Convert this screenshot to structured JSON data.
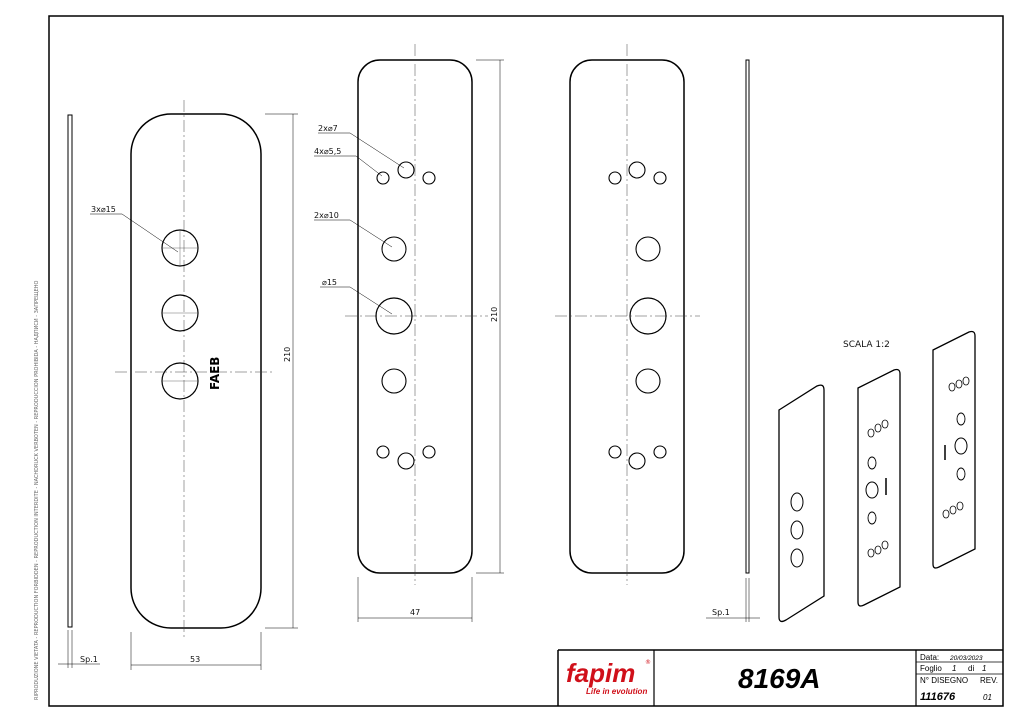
{
  "logo": {
    "name": "fapim",
    "tagline": "Life in evolution"
  },
  "title_block": {
    "drawing_code": "8169A",
    "date_label": "Data:",
    "date_value": "20/03/2023",
    "sheet_label": "Foglio",
    "sheet_value": "1",
    "sheet_of": "di",
    "sheet_total": "1",
    "drawing_no_label": "N° DISEGNO",
    "rev_label": "REV.",
    "drawing_no": "111676",
    "rev": "01"
  },
  "side_text": "RIPRODUZIONE VIETATA - REPRODUCTION FORBIDDEN - REPRODUCTION INTERDITE - NACHDRUCK VERBOTEN - REPRODUCCION PROHIBIDA - НАДПИСИ - ЗАПРЕЩЕНО",
  "view1": {
    "thickness_label": "Sp.1",
    "holes_label": "3x⌀15",
    "engraving": "FAEB",
    "width_dim": "53",
    "height_dim": "210"
  },
  "view2": {
    "labels": [
      "2x⌀7",
      "4x⌀5,5",
      "2x⌀10",
      "⌀15"
    ],
    "width_dim": "47",
    "height_dim": "210"
  },
  "view4": {
    "thickness_label": "Sp.1"
  },
  "scale_label": "SCALA 1:2"
}
